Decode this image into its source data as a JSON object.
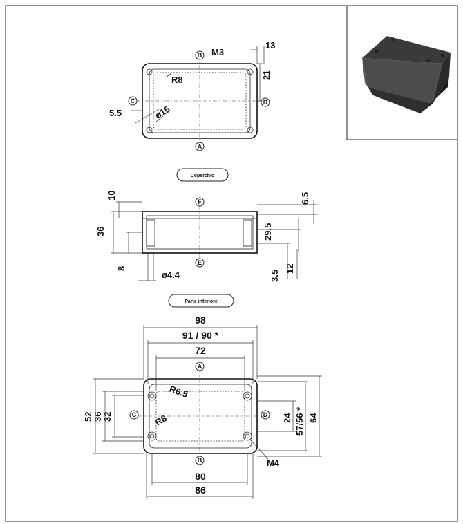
{
  "labels": {
    "m3": "M3",
    "d13": "13",
    "d21": "21",
    "r8": "R8",
    "d55": "5.5",
    "d15": "ø15",
    "coperchio": "Coperchio",
    "d10": "10",
    "d36a": "36",
    "d8": "8",
    "d65": "6.5",
    "d295": "29.5",
    "d35": "3.5",
    "d12": "12",
    "d44": "ø4.4",
    "parte_inferiore": "Parte inferiore",
    "d98": "98",
    "d9190": "91 / 90 *",
    "d72": "72",
    "d52": "52",
    "d36b": "36",
    "d32": "32",
    "r65": "R6.5",
    "r8b": "R8",
    "d24": "24",
    "d5756": "57/56 *",
    "d64": "64",
    "m4": "M4",
    "d80": "80",
    "d86": "86"
  },
  "circles": {
    "b_top": "B",
    "c_top": "C",
    "d_top": "D",
    "a_top": "A",
    "f_side": "F",
    "e_side": "E",
    "a_bottom": "A",
    "c_bottom": "C",
    "d_bottom": "D",
    "b_bottom": "B"
  }
}
